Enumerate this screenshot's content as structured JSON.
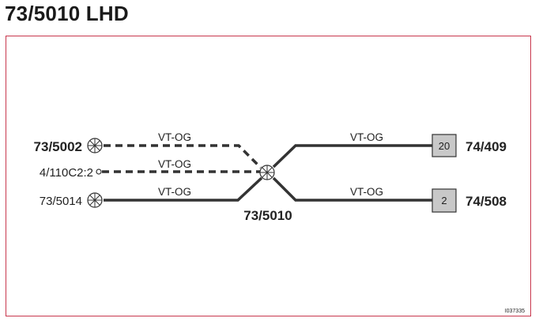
{
  "title": "73/5010 LHD",
  "connectors": {
    "left_top": "73/5002",
    "left_mid": "4/110C2:2",
    "left_bot": "73/5014",
    "center": "73/5010",
    "right_top": "74/409",
    "right_bot": "74/508"
  },
  "wires": {
    "w1": "VT-OG",
    "w2": "VT-OG",
    "w3": "VT-OG",
    "w4": "VT-OG",
    "w5": "VT-OG"
  },
  "pins": {
    "right_top": "20",
    "right_bot": "2"
  },
  "figure_id": "I037335",
  "colors": {
    "frame": "#c8374d",
    "wire": "#333333",
    "box_fill": "#c8c8c8"
  }
}
